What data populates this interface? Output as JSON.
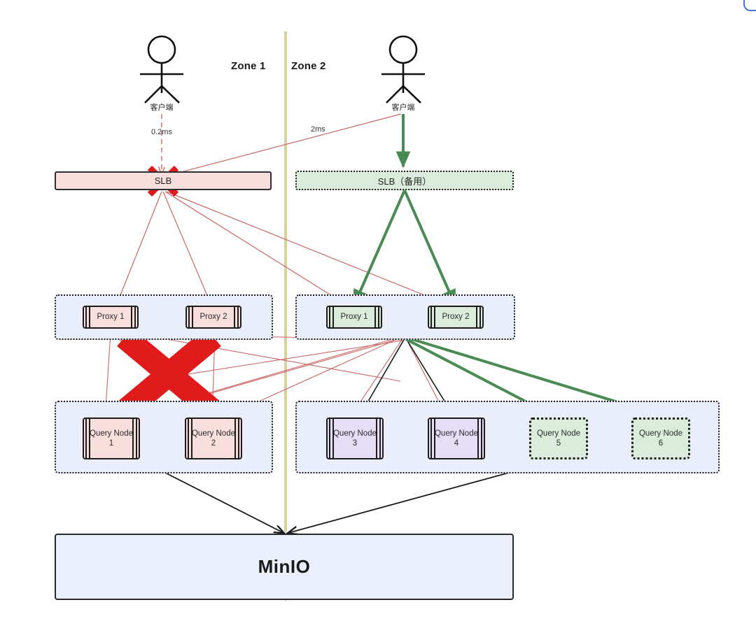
{
  "diagram": {
    "title": "MinIO multi-zone failover architecture",
    "zones": [
      {
        "key": "zone1",
        "label": "Zone 1",
        "state": "failed"
      },
      {
        "key": "zone2",
        "label": "Zone 2",
        "state": "active"
      }
    ],
    "divider_color": "#d9cfa4"
  },
  "actors": [
    {
      "key": "client-zone1",
      "label": "客户端"
    },
    {
      "key": "client-zone2",
      "label": "客户端"
    }
  ],
  "latency_labels": [
    {
      "key": "latency-local",
      "value": "0.2ms"
    },
    {
      "key": "latency-cross-zone",
      "value": "2ms"
    }
  ],
  "slb": [
    {
      "key": "slb-primary",
      "label": "SLB",
      "state": "failed",
      "fill": "#f9dede"
    },
    {
      "key": "slb-backup",
      "label": "SLB（备用）",
      "state": "standby-active",
      "fill": "#dcecdc"
    }
  ],
  "proxy_groups": [
    {
      "key": "proxy-group-zone1",
      "zone": "Zone 1",
      "items": [
        {
          "key": "proxy-1-zone1",
          "label": "Proxy 1",
          "state": "failed",
          "fill": "#f9dede"
        },
        {
          "key": "proxy-2-zone1",
          "label": "Proxy 2",
          "state": "failed",
          "fill": "#f9dede"
        }
      ]
    },
    {
      "key": "proxy-group-zone2",
      "zone": "Zone 2",
      "items": [
        {
          "key": "proxy-1-zone2",
          "label": "Proxy 1",
          "state": "active",
          "fill": "#dcecdc"
        },
        {
          "key": "proxy-2-zone2",
          "label": "Proxy 2",
          "state": "active",
          "fill": "#dcecdc"
        }
      ]
    }
  ],
  "query_groups": [
    {
      "key": "query-group-zone1",
      "zone": "Zone 1",
      "items": [
        {
          "key": "query-node-1",
          "name": "Query Node",
          "index": "1",
          "state": "failed",
          "fill": "#f9dede",
          "border": "solid"
        },
        {
          "key": "query-node-2",
          "name": "Query Node",
          "index": "2",
          "state": "failed",
          "fill": "#f9dede",
          "border": "solid"
        }
      ]
    },
    {
      "key": "query-group-zone2",
      "zone": "Zone 2",
      "items": [
        {
          "key": "query-node-3",
          "name": "Query Node",
          "index": "3",
          "state": "active",
          "fill": "#e6ddf7",
          "border": "solid"
        },
        {
          "key": "query-node-4",
          "name": "Query Node",
          "index": "4",
          "state": "active",
          "fill": "#e6ddf7",
          "border": "solid"
        },
        {
          "key": "query-node-5",
          "name": "Query Node",
          "index": "5",
          "state": "standby",
          "fill": "#dcecdc",
          "border": "dotted"
        },
        {
          "key": "query-node-6",
          "name": "Query Node",
          "index": "6",
          "state": "standby",
          "fill": "#dcecdc",
          "border": "dotted"
        }
      ]
    }
  ],
  "storage": {
    "key": "minio",
    "label": "MinIO",
    "fill": "#eaeffb"
  },
  "failure_marks": [
    {
      "key": "failure-mark-slb",
      "target": "slb-primary",
      "glyph": "X"
    },
    {
      "key": "failure-mark-zone1",
      "target": "zone1-proxy-and-query",
      "glyph": "X"
    }
  ],
  "colors": {
    "failed_stroke": "#cc6666",
    "active_stroke": "#4a8a53",
    "neutral_stroke": "#1a1a1a",
    "failure_red": "#e01b1b",
    "zone_divider": "#d9cfa4",
    "group_fill": "#eaeefb"
  },
  "legend_semantics": {
    "red_lines": "traffic paths through failed Zone 1",
    "green_lines": "active failover traffic via Zone 2 standby SLB",
    "black_lines": "normal internal traffic / storage access"
  }
}
